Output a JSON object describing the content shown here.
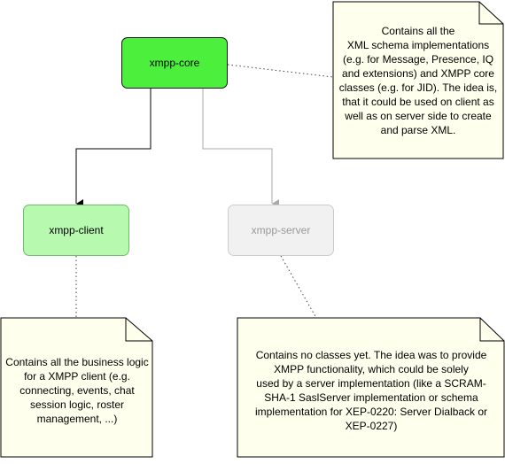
{
  "colors": {
    "core_fill": "#4cf03c",
    "client_fill": "#b8f9b0",
    "server_fill": "#f1f1f1",
    "server_text": "#999999",
    "note_fill": "#ffffee",
    "arrow_dark": "#000000",
    "arrow_grey": "#aaaaaa"
  },
  "nodes": {
    "core": {
      "label": "xmpp-core"
    },
    "client": {
      "label": "xmpp-client"
    },
    "server": {
      "label": "xmpp-server"
    }
  },
  "notes": {
    "core": {
      "text": "Contains all the\nXML schema implementations\n(e.g. for Message, Presence, IQ\nand extensions) and XMPP core\nclasses (e.g. for JID). The idea is,\nthat it could be used on client as\nwell as on server side to create\nand parse XML."
    },
    "client": {
      "text": "Contains all the business logic\nfor a XMPP client (e.g.\nconnecting, events, chat\nsession logic, roster\nmanagement, ...)"
    },
    "server": {
      "text": "Contains no classes yet. The idea was to provide\nXMPP functionality, which could be solely\nused by a server implementation (like a SCRAM-\nSHA-1 SaslServer implementation or schema\nimplementation for XEP-0220: Server Dialback or\nXEP-0227)"
    }
  }
}
